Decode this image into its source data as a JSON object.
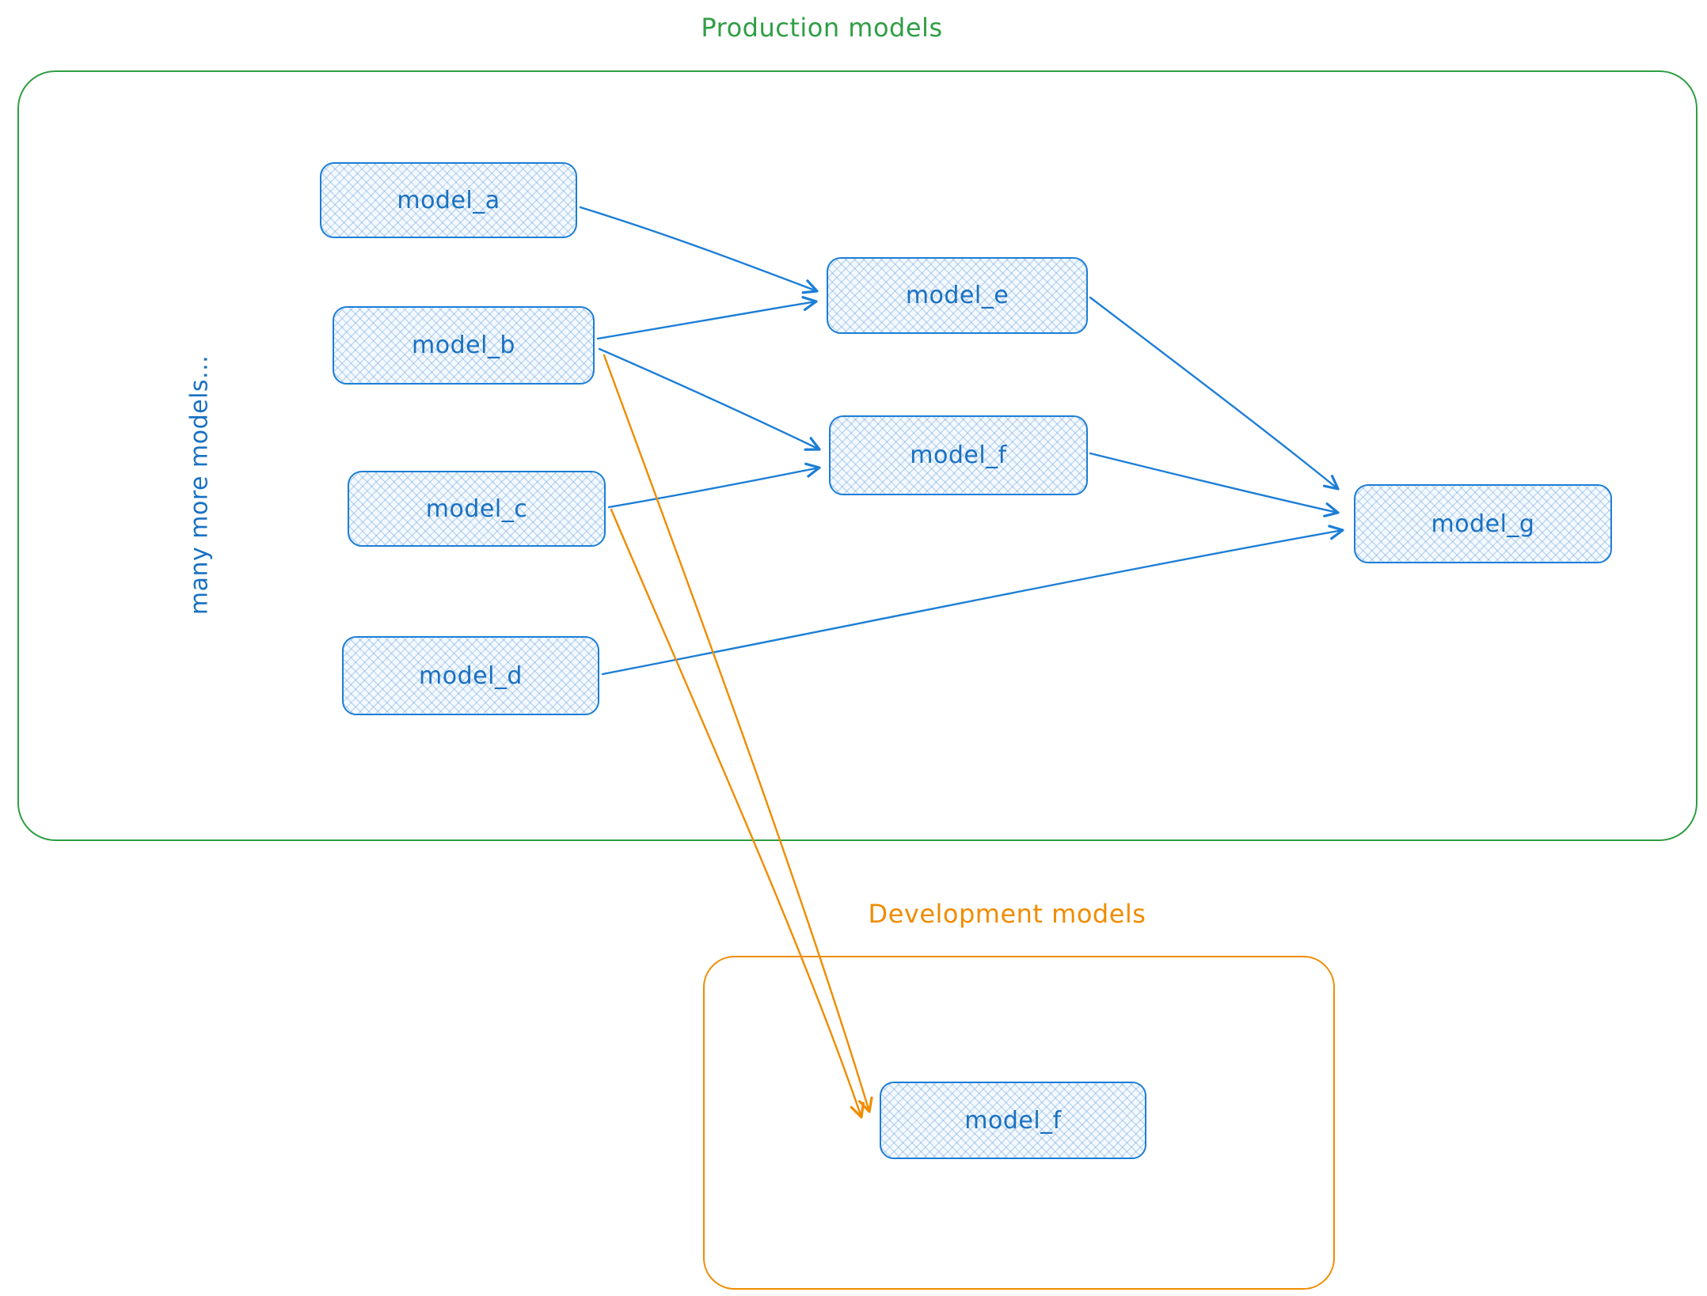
{
  "colors": {
    "blue": "#1971c2",
    "blue_border": "#1c7ed6",
    "green": "#2f9e44",
    "orange": "#f08c00"
  },
  "production": {
    "title": "Production models",
    "side_note": "many more models...",
    "nodes": {
      "model_a": {
        "label": "model_a"
      },
      "model_b": {
        "label": "model_b"
      },
      "model_c": {
        "label": "model_c"
      },
      "model_d": {
        "label": "model_d"
      },
      "model_e": {
        "label": "model_e"
      },
      "model_f": {
        "label": "model_f"
      },
      "model_g": {
        "label": "model_g"
      }
    }
  },
  "development": {
    "title": "Development models",
    "nodes": {
      "model_f": {
        "label": "model_f"
      }
    }
  },
  "edges": [
    {
      "from": "model_a",
      "to": "model_e",
      "color": "blue"
    },
    {
      "from": "model_b",
      "to": "model_e",
      "color": "blue"
    },
    {
      "from": "model_b",
      "to": "model_f",
      "color": "blue"
    },
    {
      "from": "model_c",
      "to": "model_f",
      "color": "blue"
    },
    {
      "from": "model_e",
      "to": "model_g",
      "color": "blue"
    },
    {
      "from": "model_f",
      "to": "model_g",
      "color": "blue"
    },
    {
      "from": "model_d",
      "to": "model_g",
      "color": "blue"
    },
    {
      "from": "model_b",
      "to": "development.model_f",
      "color": "orange"
    },
    {
      "from": "model_c",
      "to": "development.model_f",
      "color": "orange"
    }
  ]
}
